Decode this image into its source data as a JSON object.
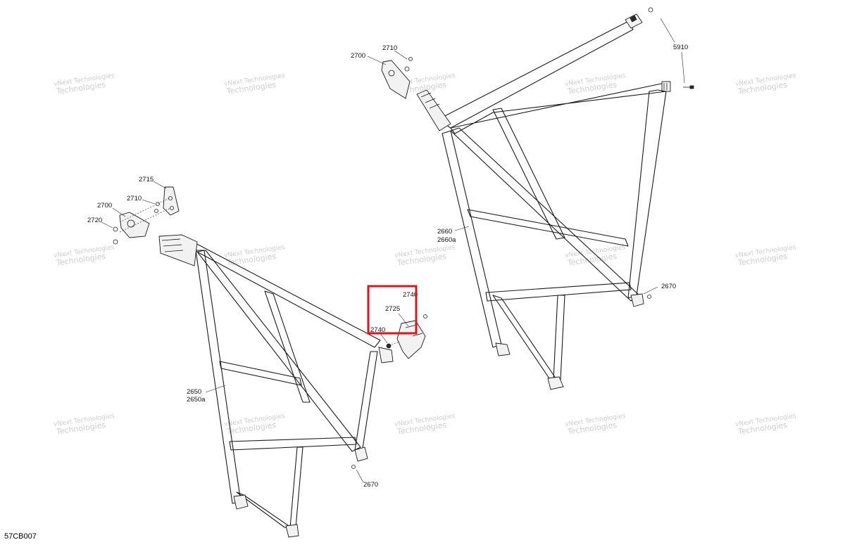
{
  "drawing_code": "57CB007",
  "watermark": {
    "line1": "vNext Technologies",
    "line2": "Technologies"
  },
  "highlight_color": "#e0141b",
  "part_labels": {
    "p2700_right": "2700",
    "p2710_right": "2710",
    "p5910": "5910",
    "p2660": "2660",
    "p2660a": "2660a",
    "p2670_right": "2670",
    "p2715": "2715",
    "p2710_left": "2710",
    "p2700_left": "2700",
    "p2720": "2720",
    "p2740_top": "2740",
    "p2725": "2725",
    "p2740_bottom": "2740",
    "p2650": "2650",
    "p2650a": "2650a",
    "p2670_left": "2670"
  }
}
